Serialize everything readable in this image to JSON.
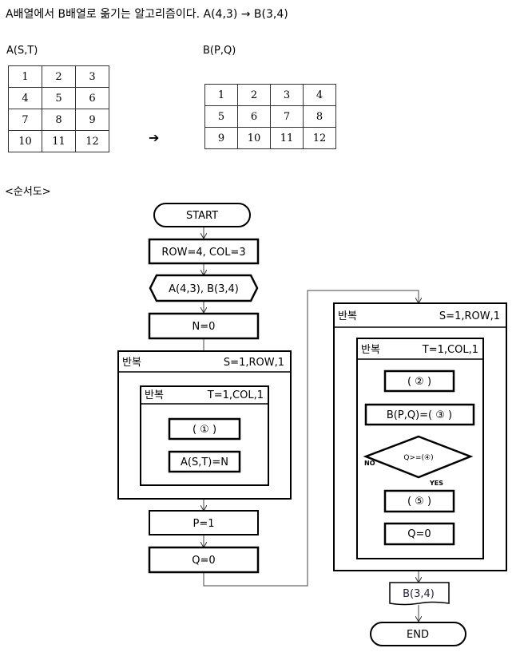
{
  "title": "A배열에서 B배열로 옮기는 알고리즘이다. A(4,3) → B(3,4)",
  "array_a": {
    "label": "A(S,T)",
    "rows": [
      [
        "1",
        "2",
        "3"
      ],
      [
        "4",
        "5",
        "6"
      ],
      [
        "7",
        "8",
        "9"
      ],
      [
        "10",
        "11",
        "12"
      ]
    ]
  },
  "array_b": {
    "label": "B(P,Q)",
    "rows": [
      [
        "1",
        "2",
        "3",
        "4"
      ],
      [
        "5",
        "6",
        "7",
        "8"
      ],
      [
        "9",
        "10",
        "11",
        "12"
      ]
    ]
  },
  "arrow_symbol": "➔",
  "flowchart_title": "<순서도>",
  "flowchart": {
    "start": "START",
    "init": "ROW=4, COL=3",
    "io": "A(4,3), B(3,4)",
    "n_init": "N=0",
    "loop1_label": "반복",
    "loop1_range": "S=1,ROW,1",
    "loop2_label": "반복",
    "loop2_range": "T=1,COL,1",
    "blank1": "(   ①   )",
    "assign_a": "A(S,T)=N",
    "p_init": "P=1",
    "q_init": "Q=0",
    "loop3_label": "반복",
    "loop3_range": "S=1,ROW,1",
    "loop4_label": "반복",
    "loop4_range": "T=1,COL,1",
    "blank2": "(   ②   )",
    "assign_b": "B(P,Q)=(   ③   )",
    "decision": "Q>=(④)",
    "no_label": "NO",
    "yes_label": "YES",
    "blank5": "(   ⑤   )",
    "q_reset": "Q=0",
    "output": "B(3,4)",
    "end": "END"
  }
}
